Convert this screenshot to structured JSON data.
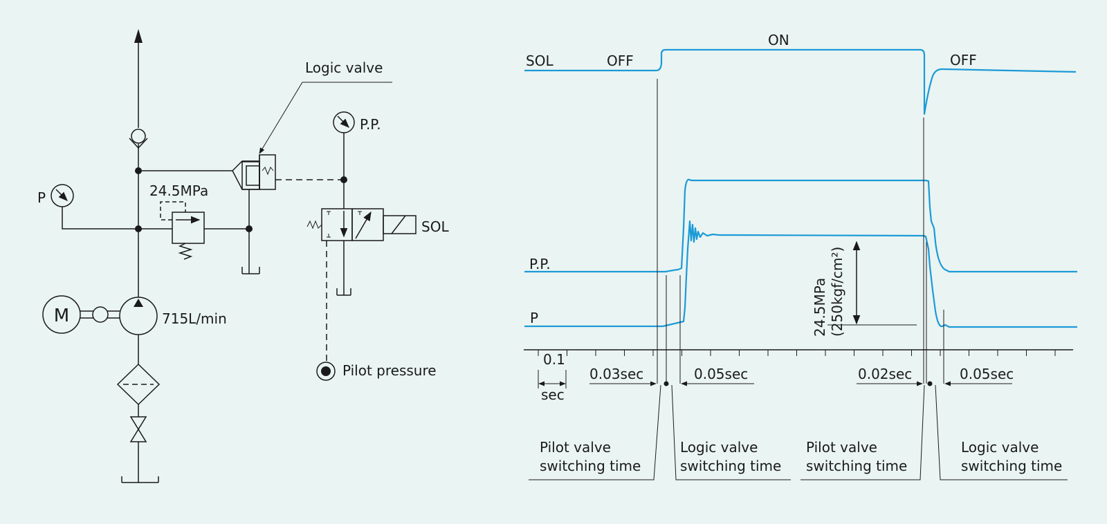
{
  "schematic": {
    "logic_valve_label": "Logic valve",
    "pilot_gauge_label": "P.P.",
    "pressure_gauge_label": "P",
    "relief_setting": "24.5MPa",
    "motor_label": "M",
    "pump_flow": "715L/min",
    "solenoid_label": "SOL",
    "pilot_pressure_label": "Pilot pressure"
  },
  "timing": {
    "sol_label": "SOL",
    "state_off_1": "OFF",
    "state_on": "ON",
    "state_off_2": "OFF",
    "pp_label": "P.P.",
    "p_label": "P",
    "pressure_dim_1": "24.5MPa",
    "pressure_dim_2": "(250kgf/cm²)",
    "scale_value": "0.1",
    "scale_unit": "sec",
    "interval_1": "0.03sec",
    "interval_2": "0.05sec",
    "interval_3": "0.02sec",
    "interval_4": "0.05sec",
    "annotations": [
      {
        "line1": "Pilot valve",
        "line2": "switching time"
      },
      {
        "line1": "Logic valve",
        "line2": "switching time"
      },
      {
        "line1": "Pilot valve",
        "line2": "switching time"
      },
      {
        "line1": "Logic valve",
        "line2": "switching time"
      }
    ]
  },
  "colors": {
    "background": "#eaf4f3",
    "trace": "#1b9ad6",
    "ink": "#1a1a1a"
  }
}
